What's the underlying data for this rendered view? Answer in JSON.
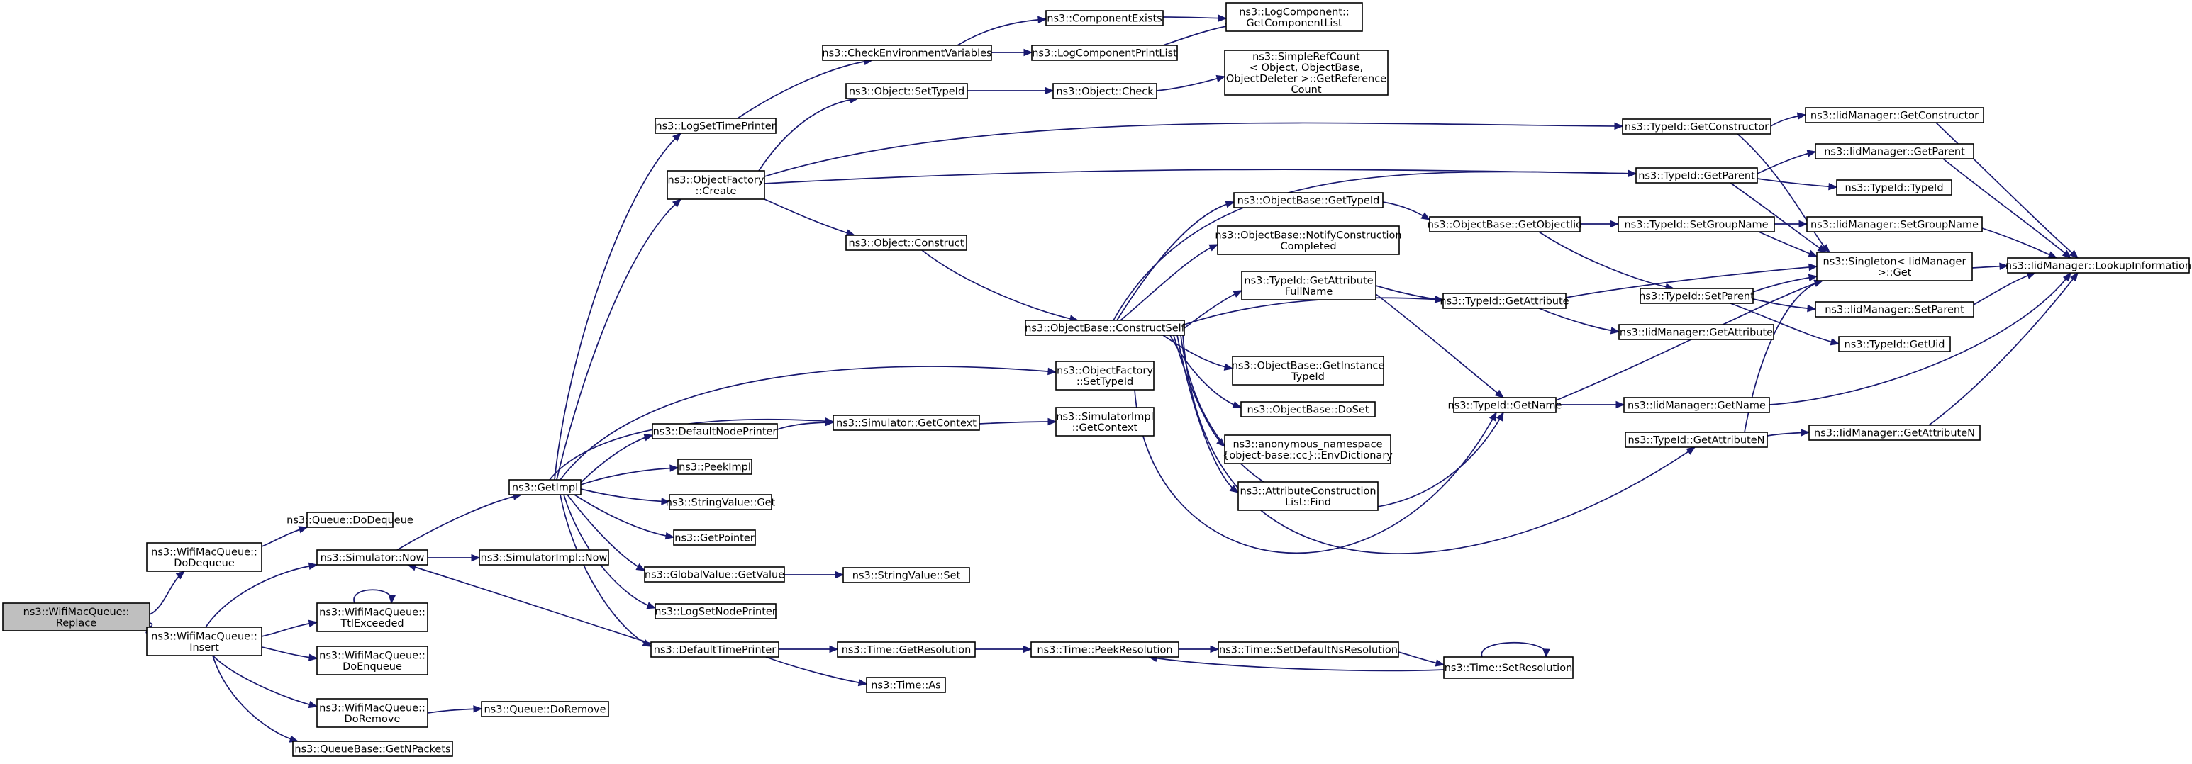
{
  "colors": {
    "edge": "#191970",
    "node_border": "#000000",
    "root_fill": "#bfbfbf",
    "node_fill": "#ffffff"
  },
  "nodes": {
    "replace": [
      "ns3::WifiMacQueue::",
      "Replace"
    ],
    "wmq_dodequeue": [
      "ns3::WifiMacQueue::",
      "DoDequeue"
    ],
    "wmq_insert": [
      "ns3::WifiMacQueue::",
      "Insert"
    ],
    "queue_dodequeue": [
      "ns3::Queue::DoDequeue"
    ],
    "sim_now": [
      "ns3::Simulator::Now"
    ],
    "ttl_exceeded": [
      "ns3::WifiMacQueue::",
      "TtlExceeded"
    ],
    "wmq_doenqueue": [
      "ns3::WifiMacQueue::",
      "DoEnqueue"
    ],
    "wmq_doremove": [
      "ns3::WifiMacQueue::",
      "DoRemove"
    ],
    "getnpackets": [
      "ns3::QueueBase::GetNPackets"
    ],
    "queue_doremove": [
      "ns3::Queue::DoRemove"
    ],
    "simimpl_now": [
      "ns3::SimulatorImpl::Now"
    ],
    "getimpl": [
      "ns3::GetImpl"
    ],
    "logsettimeprinter": [
      "ns3::LogSetTimePrinter"
    ],
    "of_create": [
      "ns3::ObjectFactory",
      "::Create"
    ],
    "defaultnodeprinter": [
      "ns3::DefaultNodePrinter"
    ],
    "peekimpl": [
      "ns3::PeekImpl"
    ],
    "stringvalue_get": [
      "ns3::StringValue::Get"
    ],
    "getpointer": [
      "ns3::GetPointer"
    ],
    "gv_getvalue": [
      "ns3::GlobalValue::GetValue"
    ],
    "logsetnodeprinter": [
      "ns3::LogSetNodePrinter"
    ],
    "defaulttimeprinter": [
      "ns3::DefaultTimePrinter"
    ],
    "checkenv": [
      "ns3::CheckEnvironmentVariables"
    ],
    "obj_settypeid": [
      "ns3::Object::SetTypeId"
    ],
    "obj_construct": [
      "ns3::Object::Construct"
    ],
    "sim_getcontext": [
      "ns3::Simulator::GetContext"
    ],
    "stringvalue_set": [
      "ns3::StringValue::Set"
    ],
    "time_getresolution": [
      "ns3::Time::GetResolution"
    ],
    "time_as": [
      "ns3::Time::As"
    ],
    "componentexists": [
      "ns3::ComponentExists"
    ],
    "logcomponentprintlist": [
      "ns3::LogComponentPrintList"
    ],
    "logcomponent_getlist": [
      "ns3::LogComponent::",
      "GetComponentList"
    ],
    "obj_check": [
      "ns3::Object::Check"
    ],
    "simplerefcount": [
      "ns3::SimpleRefCount",
      "< Object, ObjectBase,",
      "ObjectDeleter >::GetReference",
      "Count"
    ],
    "ob_constructself": [
      "ns3::ObjectBase::ConstructSelf"
    ],
    "of_settypeid": [
      "ns3::ObjectFactory",
      "::SetTypeId"
    ],
    "simimpl_getcontext": [
      "ns3::SimulatorImpl",
      "::GetContext"
    ],
    "time_peekresolution": [
      "ns3::Time::PeekResolution"
    ],
    "ob_gettypeid": [
      "ns3::ObjectBase::GetTypeId"
    ],
    "ob_notify": [
      "ns3::ObjectBase::NotifyConstruction",
      "Completed"
    ],
    "typeid_getattrfullname": [
      "ns3::TypeId::GetAttribute",
      "FullName"
    ],
    "ob_getinstancetypeid": [
      "ns3::ObjectBase::GetInstance",
      "TypeId"
    ],
    "ob_doset": [
      "ns3::ObjectBase::DoSet"
    ],
    "anon_envdict": [
      "ns3::anonymous_namespace",
      "{object-base::cc}::EnvDictionary"
    ],
    "attrconstruction_find": [
      "ns3::AttributeConstruction",
      "List::Find"
    ],
    "time_setdefaultns": [
      "ns3::Time::SetDefaultNsResolution"
    ],
    "ob_getobjectiid": [
      "ns3::ObjectBase::GetObjectIid"
    ],
    "typeid_getattribute": [
      "ns3::TypeId::GetAttribute"
    ],
    "typeid_getname": [
      "ns3::TypeId::GetName"
    ],
    "typeid_getconstructor": [
      "ns3::TypeId::GetConstructor"
    ],
    "typeid_getparent": [
      "ns3::TypeId::GetParent"
    ],
    "typeid_getattributen": [
      "ns3::TypeId::GetAttributeN"
    ],
    "time_setresolution": [
      "ns3::Time::SetResolution"
    ],
    "typeid_setgroupname": [
      "ns3::TypeId::SetGroupName"
    ],
    "typeid_setparent": [
      "ns3::TypeId::SetParent"
    ],
    "iid_getattribute": [
      "ns3::IidManager::GetAttribute"
    ],
    "iid_getname": [
      "ns3::IidManager::GetName"
    ],
    "iid_getconstructor": [
      "ns3::IidManager::GetConstructor"
    ],
    "iid_getparent": [
      "ns3::IidManager::GetParent"
    ],
    "typeid_typeid": [
      "ns3::TypeId::TypeId"
    ],
    "singleton_get": [
      "ns3::Singleton< IidManager",
      ">::Get"
    ],
    "iid_setgroupname": [
      "ns3::IidManager::SetGroupName"
    ],
    "iid_setparent": [
      "ns3::IidManager::SetParent"
    ],
    "typeid_getuid": [
      "ns3::TypeId::GetUid"
    ],
    "iid_getattributen": [
      "ns3::IidManager::GetAttributeN"
    ],
    "iid_lookupinfo": [
      "ns3::IidManager::LookupInformation"
    ]
  }
}
